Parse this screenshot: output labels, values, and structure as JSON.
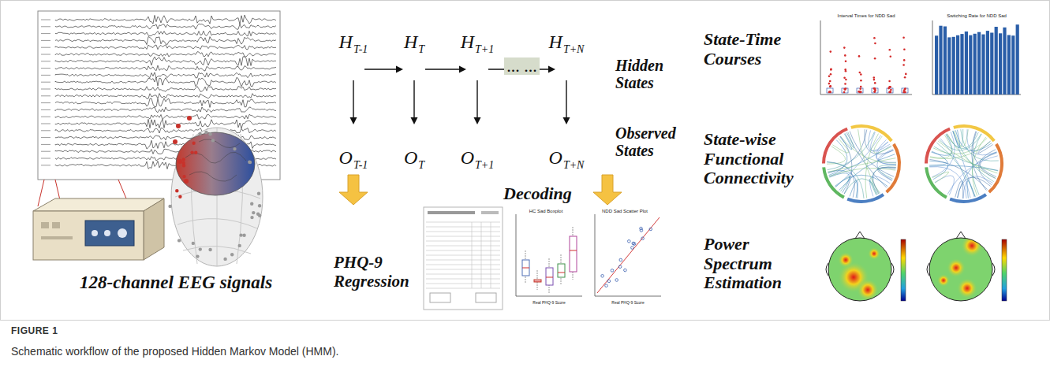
{
  "diagram": {
    "caption": "Schematic workflow of the proposed Hidden Markov Model (HMM).",
    "nodes": [
      {
        "text": [
          "128-channel EEG signals"
        ]
      },
      {
        "text": [
          "Hidden States",
          "Observed States",
          "Decoding",
          "PHQ-9 Regression"
        ]
      },
      {
        "text": [
          "H",
          "T-1"
        ],
        "in": 1
      },
      {
        "text": [
          "H",
          "T"
        ],
        "in": 1
      },
      {
        "text": [
          "H",
          "T+1"
        ],
        "in": 1
      },
      {
        "text": [
          "H",
          "T+N"
        ],
        "in": 1
      },
      {
        "text": [
          "O",
          "T-1"
        ],
        "in": 1
      },
      {
        "text": [
          "O",
          "T"
        ],
        "in": 1
      },
      {
        "text": [
          "O",
          "T+1"
        ],
        "in": 1
      },
      {
        "text": [
          "O",
          "T+N"
        ],
        "in": 1
      },
      {
        "text": [
          "State-Time Courses"
        ]
      },
      {
        "text": [
          "State-wise Functional Connectivity"
        ]
      },
      {
        "text": [
          "Power Spectrum Estimation"
        ]
      }
    ],
    "edges": [
      {
        "from": 2,
        "to": 3,
        "arrow": "to"
      },
      {
        "from": 3,
        "to": 4,
        "arrow": "to"
      },
      {
        "from": 4,
        "to": 5,
        "arrow": "to",
        "label": "... ..."
      },
      {
        "from": 2,
        "to": 6,
        "arrow": "to"
      },
      {
        "from": 3,
        "to": 7,
        "arrow": "to"
      },
      {
        "from": 4,
        "to": 8,
        "arrow": "to"
      },
      {
        "from": 5,
        "to": 9,
        "arrow": "to"
      }
    ],
    "labels": [
      "HC Sad Boxplot",
      "NDD Sad Scatter Plot",
      "Real PHQ-9 Score",
      "Real PHQ-9 Score",
      "Interval Times for NDD Sad",
      "Switching Rate for NDD Sad",
      "FIGURE 1"
    ]
  }
}
